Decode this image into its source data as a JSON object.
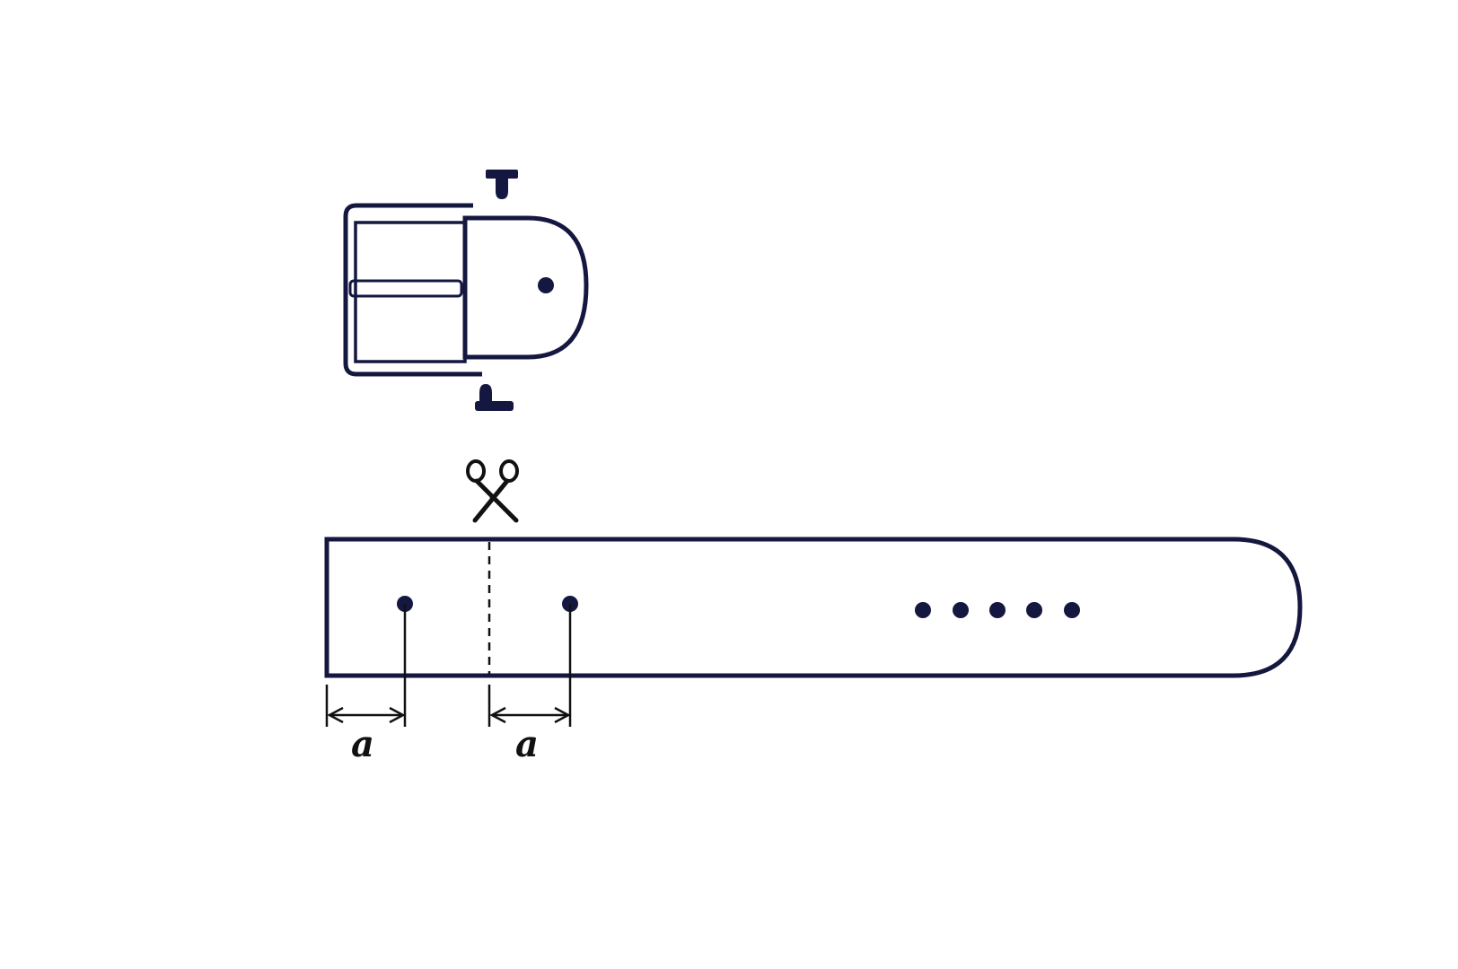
{
  "labels": {
    "dimension_left": "a",
    "dimension_right": "a"
  },
  "colors": {
    "ink": "#14173f",
    "background": "#ffffff"
  },
  "icons": {
    "cut_marker": "scissors-icon",
    "screw_top": "screw-icon",
    "screw_bottom": "screw-icon"
  },
  "belt": {
    "adjustment_hole_count": 5
  }
}
